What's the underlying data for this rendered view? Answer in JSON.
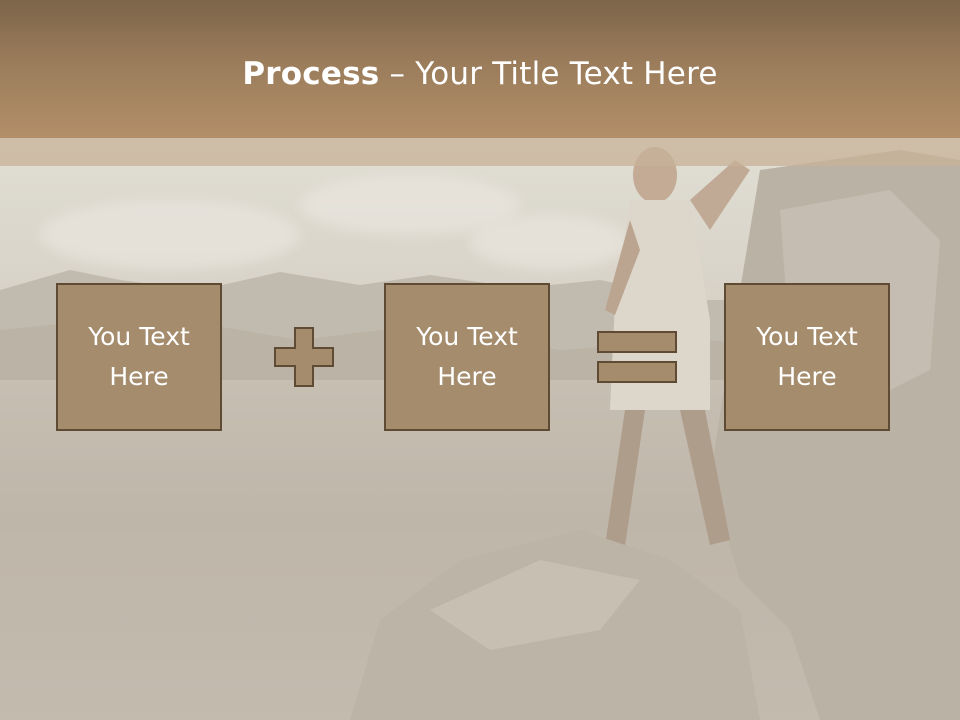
{
  "slide": {
    "title_bold": "Process",
    "title_rest": " – Your Title Text Here"
  },
  "process": {
    "boxes": [
      {
        "text": "You Text Here"
      },
      {
        "text": "You Text Here"
      },
      {
        "text": "You Text Here"
      }
    ],
    "operators": [
      "plus-icon",
      "equals-icon"
    ]
  },
  "colors": {
    "header": "#9a7c5b",
    "box_fill": "#a58c6d",
    "box_border": "#5f4b33",
    "text": "#ffffff"
  }
}
